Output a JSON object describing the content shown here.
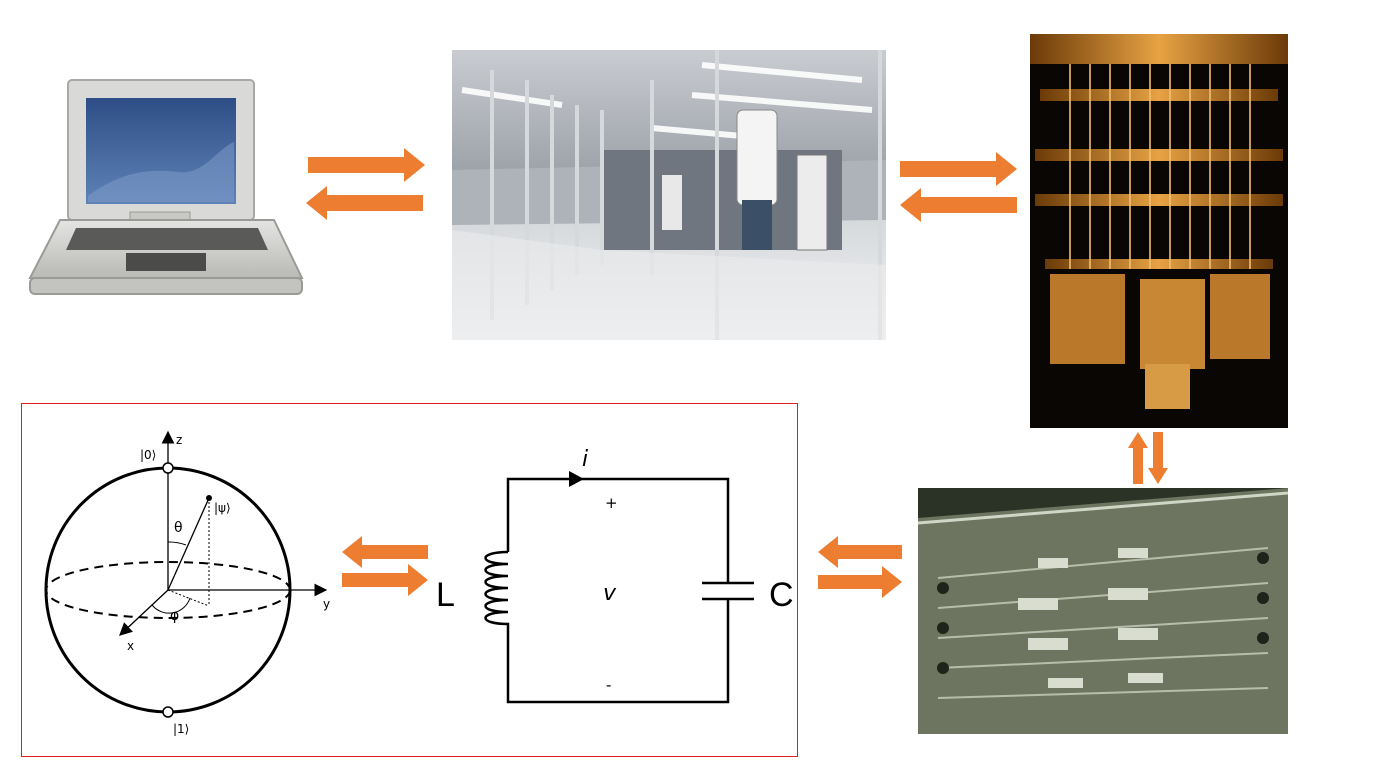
{
  "bloch": {
    "z_label": "z",
    "y_label": "y",
    "x_label": "x",
    "ket0": "|0⟩",
    "ket1": "|1⟩",
    "psi": "|ψ⟩",
    "theta": "θ",
    "phi": "φ"
  },
  "circuit": {
    "inductor_label": "L",
    "capacitor_label": "C",
    "current_label": "i",
    "voltage_label": "v",
    "plus_label": "+",
    "minus_label": "-"
  },
  "colors": {
    "arrow": "#ED7D31",
    "frame": "#E0201F",
    "stroke": "#000000"
  },
  "icons": [
    "laptop-icon",
    "datacenter-photo",
    "dilution-refrigerator-photo",
    "qubit-chip-photo"
  ]
}
